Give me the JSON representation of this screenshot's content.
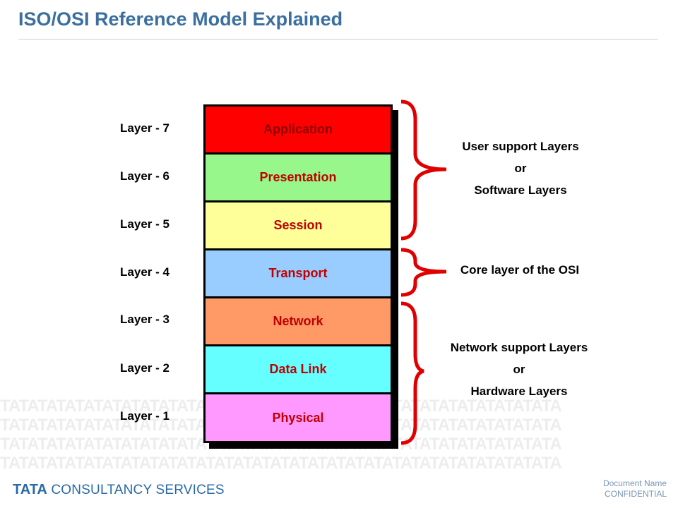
{
  "title": "ISO/OSI Reference Model Explained",
  "watermark_text": "TATATATATATATATATATATATATATATATATATATATATATATATATATATATATATA",
  "layers": [
    {
      "label": "Layer - 7",
      "name": "Application",
      "color": "#ff0000"
    },
    {
      "label": "Layer - 6",
      "name": "Presentation",
      "color": "#98f78a"
    },
    {
      "label": "Layer - 5",
      "name": "Session",
      "color": "#ffff99"
    },
    {
      "label": "Layer - 4",
      "name": "Transport",
      "color": "#99ccff"
    },
    {
      "label": "Layer - 3",
      "name": "Network",
      "color": "#ff9966"
    },
    {
      "label": "Layer - 2",
      "name": "Data Link",
      "color": "#66ffff"
    },
    {
      "label": "Layer - 1",
      "name": "Physical",
      "color": "#ff99ff"
    }
  ],
  "groups": {
    "user_support": {
      "line1": "User support Layers",
      "line2": "or",
      "line3": "Software Layers"
    },
    "core": {
      "line1": "Core layer of the  OSI"
    },
    "network_support": {
      "line1": "Network support Layers",
      "line2": "or",
      "line3": "Hardware Layers"
    }
  },
  "brace_color": "#e00000",
  "footer": {
    "company_bold": "TATA",
    "company_rest": "CONSULTANCY SERVICES",
    "document_name": "Document Name",
    "confidential": "CONFIDENTIAL"
  }
}
